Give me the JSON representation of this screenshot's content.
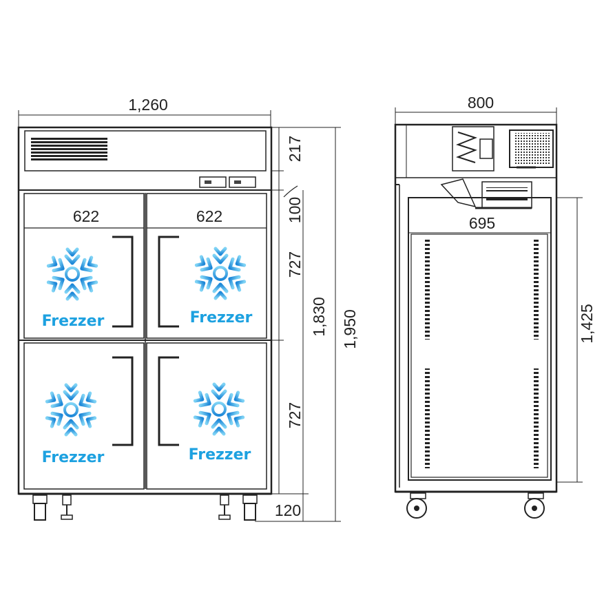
{
  "front_view": {
    "overall_width": "1,260",
    "compressor_height": "217",
    "gap_height": "100",
    "upper_door_height": "727",
    "lower_door_height": "727",
    "cabinet_height": "1,830",
    "overall_height": "1,950",
    "leg_height": "120",
    "left_door_width": "622",
    "right_door_width": "622",
    "door_labels": [
      "Frezzer",
      "Frezzer",
      "Frezzer",
      "Frezzer"
    ]
  },
  "side_view": {
    "overall_depth": "800",
    "interior_depth": "695",
    "interior_height": "1,425"
  },
  "colors": {
    "line": "#222222",
    "snowflake_light": "#7fd3f5",
    "snowflake_dark": "#1e88d8",
    "brand_text": "#1da1e0"
  }
}
